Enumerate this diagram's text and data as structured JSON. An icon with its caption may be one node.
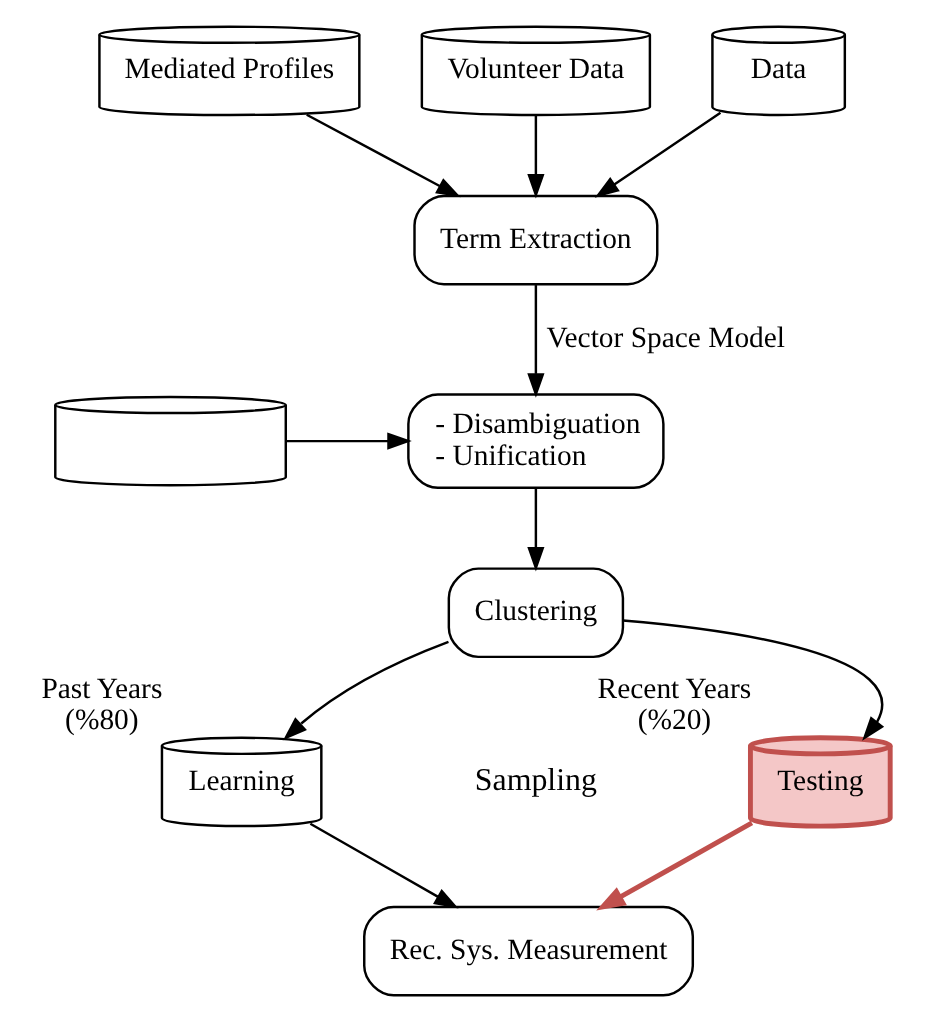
{
  "diagram": {
    "nodes": [
      {
        "text": [
          "Mediated Profiles"
        ]
      },
      {
        "text": [
          "Volunteer Data"
        ]
      },
      {
        "text": [
          "Data"
        ]
      },
      {
        "text": [
          "Term Extraction"
        ]
      },
      {
        "text": [],
        "shape": "cylinder"
      },
      {
        "text": [
          "- Disambiguation",
          "- Unification"
        ]
      },
      {
        "text": [
          "Clustering"
        ]
      },
      {
        "text": [
          "Learning"
        ],
        "beside": [
          "Past Years (%80)"
        ]
      },
      {
        "text": [
          "Testing"
        ],
        "beside": [
          "Recent Years (%20)"
        ]
      },
      {
        "text": [
          "Rec. Sys. Measurement"
        ]
      }
    ],
    "edges": [
      {
        "from": 0,
        "to": 3,
        "arrow": "to"
      },
      {
        "from": 1,
        "to": 3,
        "arrow": "to"
      },
      {
        "from": 2,
        "to": 3,
        "arrow": "to"
      },
      {
        "from": 3,
        "to": 5,
        "arrow": "to",
        "label": "Vector Space Model"
      },
      {
        "from": 4,
        "to": 5,
        "arrow": "to"
      },
      {
        "from": 5,
        "to": 6,
        "arrow": "to"
      },
      {
        "from": 6,
        "to": 7,
        "arrow": "to"
      },
      {
        "from": 6,
        "to": 8,
        "arrow": "to"
      },
      {
        "from": 7,
        "to": 9,
        "arrow": "to"
      },
      {
        "from": 8,
        "to": 9,
        "arrow": "to",
        "color": "#c0504d"
      }
    ],
    "labels": [
      "Sampling"
    ]
  }
}
